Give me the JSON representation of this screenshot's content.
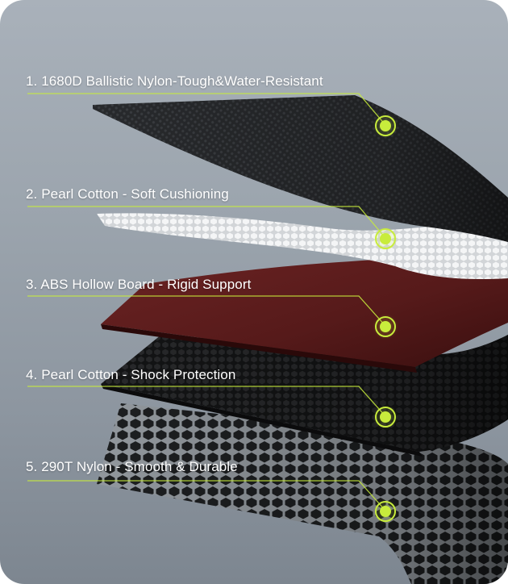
{
  "layers": [
    {
      "label": "1. 1680D Ballistic Nylon-Tough&Water-Resistant",
      "material": "black-ballistic-nylon"
    },
    {
      "label": "2. Pearl Cotton - Soft Cushioning",
      "material": "white-pearl-cotton"
    },
    {
      "label": "3. ABS Hollow Board - Rigid Support",
      "material": "burgundy-abs-board"
    },
    {
      "label": "4. Pearl Cotton - Shock Protection",
      "material": "black-pearl-cotton"
    },
    {
      "label": "5. 290T Nylon - Smooth & Durable",
      "material": "grey-hex-mesh-nylon"
    }
  ],
  "colors": {
    "accent": "#c8ec3c",
    "background_top": "#a9b1ba",
    "background_bottom": "#7d8690",
    "burgundy": "#5a1a1a"
  }
}
